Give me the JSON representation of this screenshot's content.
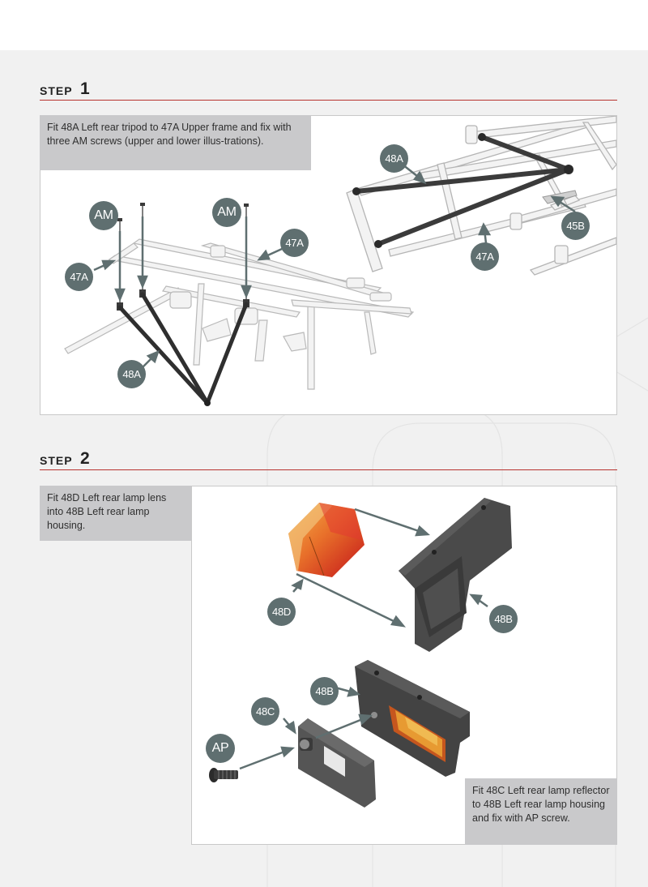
{
  "steps": [
    {
      "word": "STEP",
      "number": "1",
      "instruction": "Fit 48A Left rear tripod to 47A Upper frame and fix with three AM screws (upper and lower illus-trations)."
    },
    {
      "word": "STEP",
      "number": "2",
      "instruction_top": "Fit 48D Left rear lamp lens into 48B Left rear lamp housing.",
      "instruction_bottom": "Fit 48C Left rear lamp reflector to 48B Left rear lamp housing and fix with AP screw."
    }
  ],
  "labels": {
    "s1_upper_48a": "48A",
    "s1_upper_45b": "45B",
    "s1_upper_47a": "47A",
    "s1_am_left": "AM",
    "s1_am_right": "AM",
    "s1_47a_left": "47A",
    "s1_47a_right": "47A",
    "s1_48a_lower": "48A",
    "s2_48d": "48D",
    "s2_48b_top": "48B",
    "s2_48b_bottom": "48B",
    "s2_48c": "48C",
    "s2_ap": "AP"
  },
  "colors": {
    "accent_rule": "#b8332f",
    "badge": "#5f6f70",
    "caption_bg": "#c9c9cb",
    "page_bg": "#f1f1f1"
  }
}
